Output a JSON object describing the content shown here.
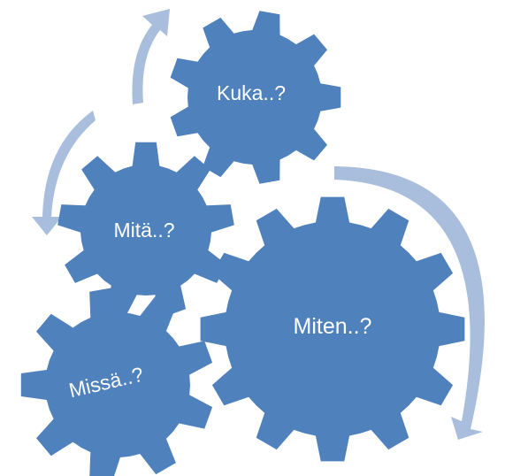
{
  "diagram": {
    "gears": [
      {
        "label": "Kuka..?"
      },
      {
        "label": "Mitä..?"
      },
      {
        "label": "Miten..?"
      },
      {
        "label": "Missä..?"
      }
    ]
  },
  "colors": {
    "gear_fill": "#4F81BD",
    "arrow_fill": "#A8BEDC",
    "label_text": "#FFFFFF",
    "background": "#FFFFFF"
  }
}
